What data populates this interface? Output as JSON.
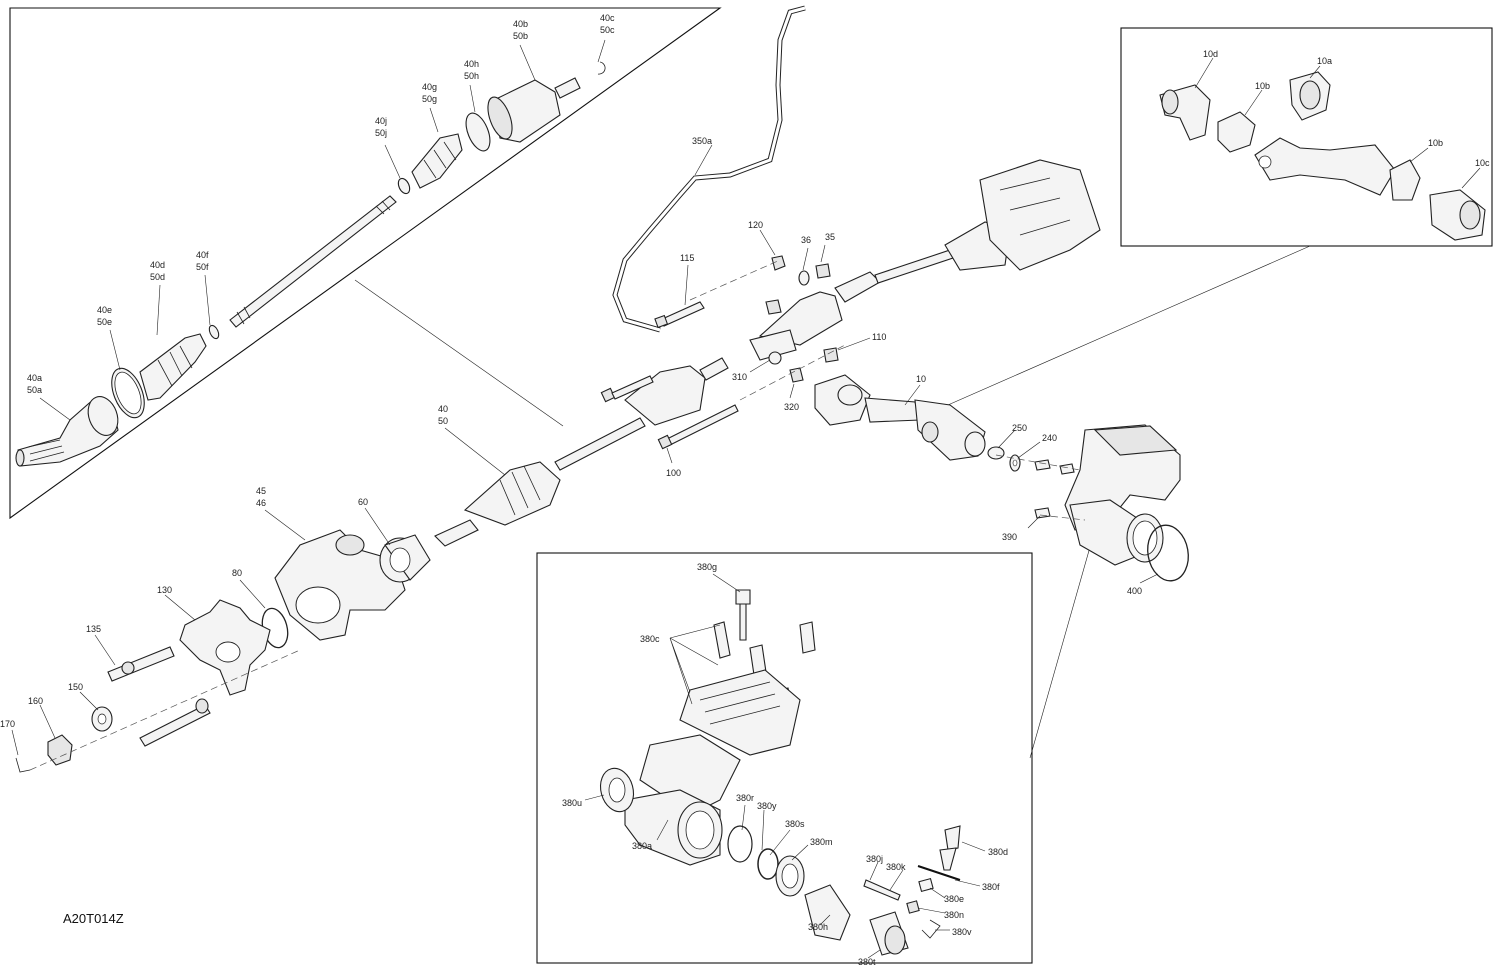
{
  "drawing_code": "A20T014Z",
  "callouts": {
    "c40a": [
      "40a",
      "50a"
    ],
    "c40e": [
      "40e",
      "50e"
    ],
    "c40d": [
      "40d",
      "50d"
    ],
    "c40f": [
      "40f",
      "50f"
    ],
    "c40j": [
      "40j",
      "50j"
    ],
    "c40g": [
      "40g",
      "50g"
    ],
    "c40h": [
      "40h",
      "50h"
    ],
    "c40b": [
      "40b",
      "50b"
    ],
    "c40c": [
      "40c",
      "50c"
    ],
    "c40": [
      "40",
      "50"
    ],
    "c45": [
      "45",
      "46"
    ],
    "c60": "60",
    "c80": "80",
    "c130": "130",
    "c135": "135",
    "c150": "150",
    "c160": "160",
    "c170": "170",
    "c350a": "350a",
    "c115": "115",
    "c120": "120",
    "c36": "36",
    "c35": "35",
    "c110": "110",
    "c310": "310",
    "c320": "320",
    "c10": "10",
    "c100": "100",
    "c250": "250",
    "c240": "240",
    "c390": "390",
    "c400": "400",
    "c10d": "10d",
    "c10a": "10a",
    "c10b1": "10b",
    "c10b2": "10b",
    "c10c": "10c",
    "c380g": "380g",
    "c380c": "380c",
    "c380u": "380u",
    "c380a": "380a",
    "c380r": "380r",
    "c380y": "380y",
    "c380s": "380s",
    "c380m": "380m",
    "c380j": "380j",
    "c380k": "380k",
    "c380d": "380d",
    "c380f": "380f",
    "c380e": "380e",
    "c380n": "380n",
    "c380v": "380v",
    "c380h": "380h",
    "c380t": "380t"
  }
}
